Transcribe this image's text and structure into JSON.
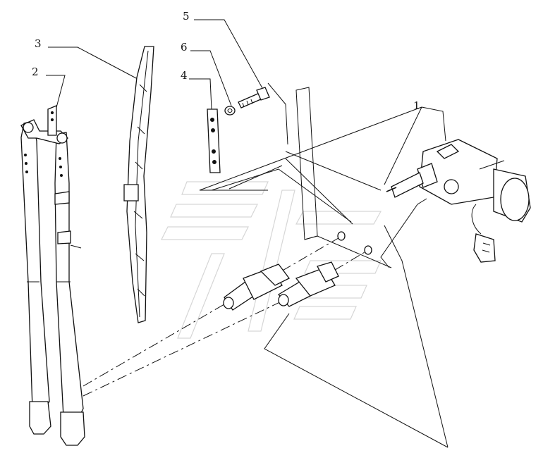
{
  "callouts": [
    {
      "id": "1",
      "label": "1"
    },
    {
      "id": "2",
      "label": "2"
    },
    {
      "id": "3",
      "label": "3"
    },
    {
      "id": "4",
      "label": "4"
    },
    {
      "id": "5",
      "label": "5"
    },
    {
      "id": "6",
      "label": "6"
    }
  ],
  "parts": {
    "p1": "wiper-motor",
    "p2": "wiper-arms",
    "p3": "wiper-blade",
    "p4": "mounting-plate",
    "p5": "bolt",
    "p6": "washer"
  },
  "colors": {
    "line": "#111111",
    "background": "#ffffff",
    "watermark": "#d6d6d6"
  }
}
